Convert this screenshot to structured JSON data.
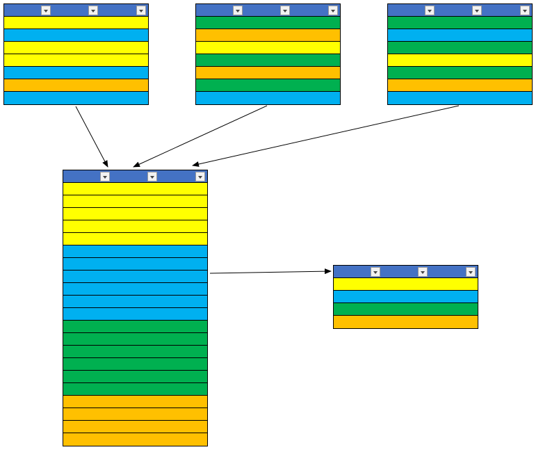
{
  "colors": {
    "header": "#4472C4",
    "yellow": "#FFFF00",
    "blue": "#00B0F0",
    "green": "#00B050",
    "orange": "#FFC000"
  },
  "icons": {
    "dropdown": "chevron-down-icon"
  },
  "tables": [
    {
      "id": "source-table-1",
      "dropdowns": 3,
      "rows": [
        "yellow",
        "blue",
        "yellow",
        "yellow",
        "blue",
        "orange",
        "blue"
      ]
    },
    {
      "id": "source-table-2",
      "dropdowns": 3,
      "rows": [
        "green",
        "orange",
        "yellow",
        "green",
        "orange",
        "green",
        "blue"
      ]
    },
    {
      "id": "source-table-3",
      "dropdowns": 3,
      "rows": [
        "green",
        "blue",
        "green",
        "yellow",
        "green",
        "orange",
        "blue"
      ]
    },
    {
      "id": "combined-table",
      "dropdowns": 3,
      "rows": [
        "yellow",
        "yellow",
        "yellow",
        "yellow",
        "yellow",
        "blue",
        "blue",
        "blue",
        "blue",
        "blue",
        "blue",
        "green",
        "green",
        "green",
        "green",
        "green",
        "green",
        "orange",
        "orange",
        "orange",
        "orange"
      ]
    },
    {
      "id": "result-table",
      "dropdowns": 3,
      "rows": [
        "yellow",
        "blue",
        "green",
        "orange"
      ]
    }
  ],
  "connections": [
    {
      "from": "source-table-1",
      "to": "combined-table"
    },
    {
      "from": "source-table-2",
      "to": "combined-table"
    },
    {
      "from": "source-table-3",
      "to": "combined-table"
    },
    {
      "from": "combined-table",
      "to": "result-table"
    }
  ]
}
